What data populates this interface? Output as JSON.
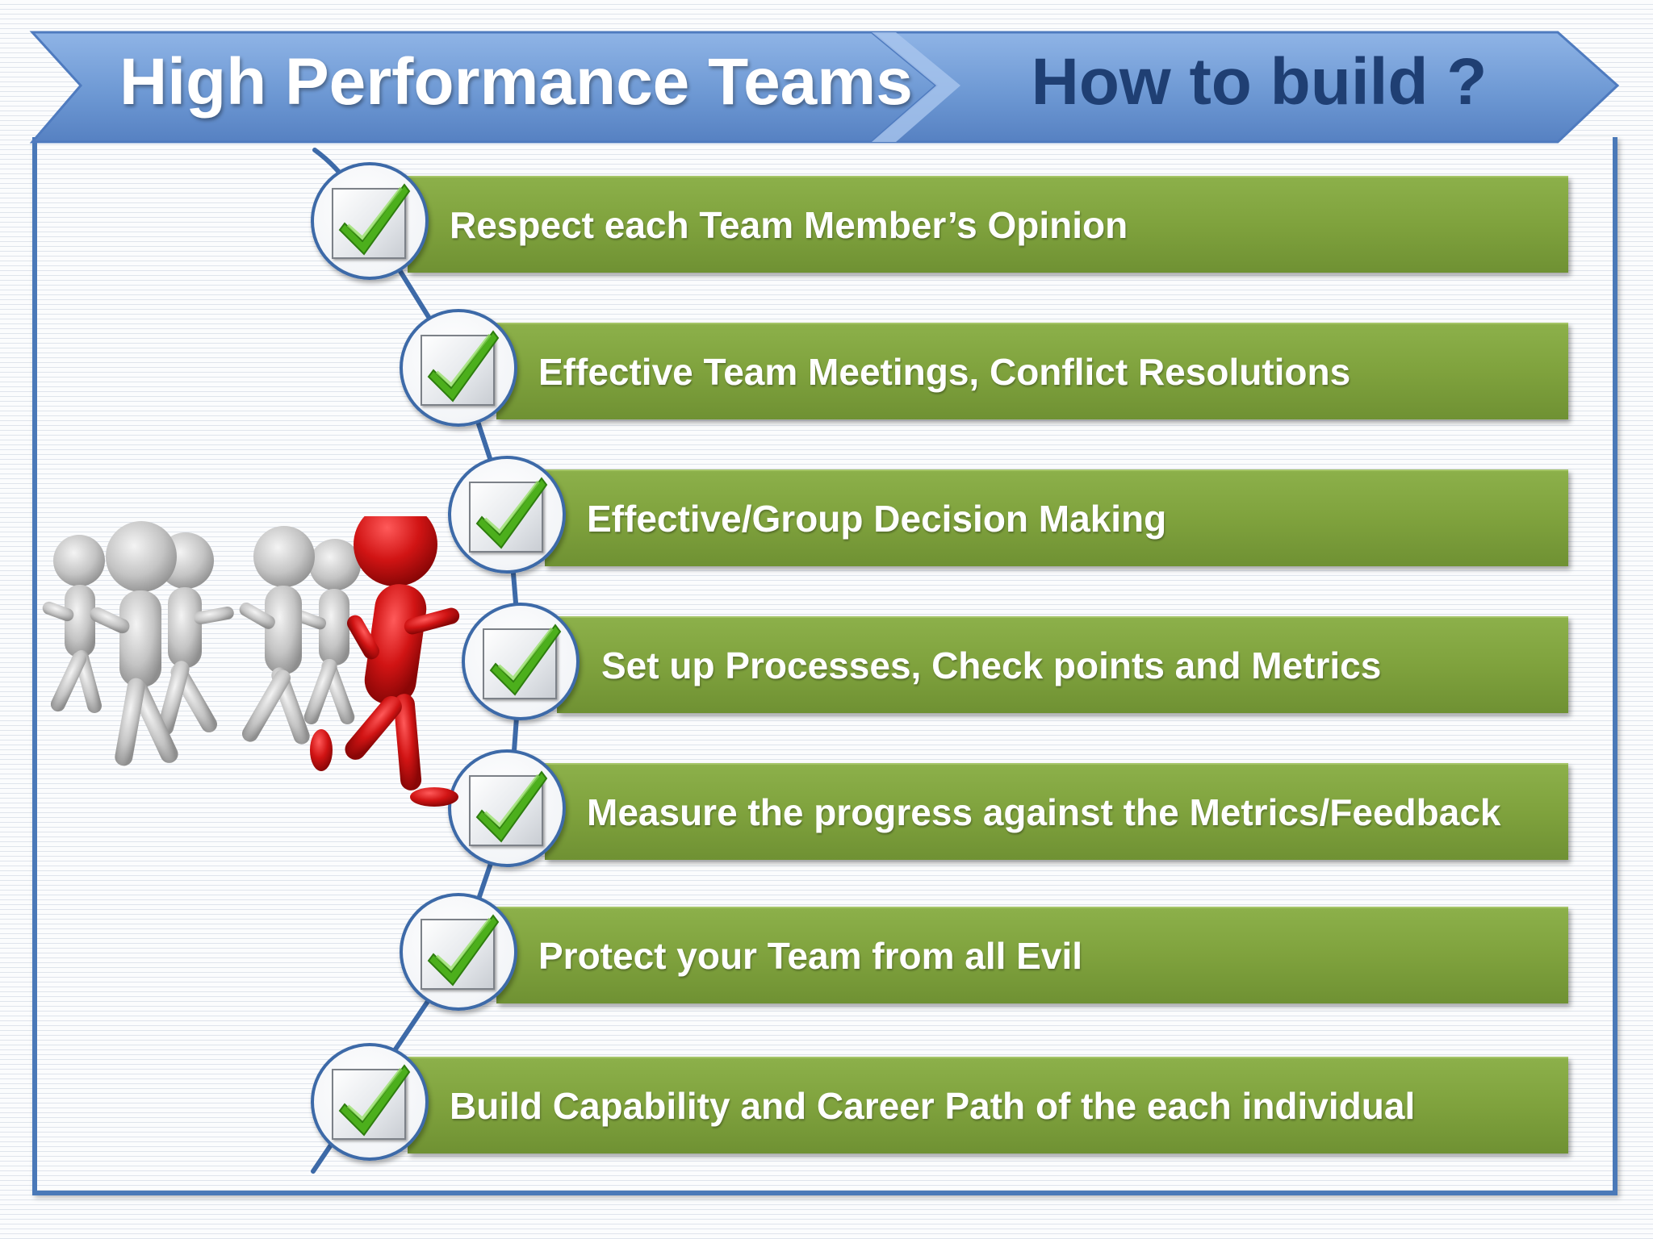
{
  "title": {
    "main": "High Performance Teams",
    "sub": "How to build ?"
  },
  "steps": [
    {
      "label": "Respect each Team Member’s Opinion"
    },
    {
      "label": "Effective Team Meetings, Conflict Resolutions"
    },
    {
      "label": "Effective/Group Decision Making"
    },
    {
      "label": "Set up Processes, Check points and Metrics"
    },
    {
      "label": "Measure the progress against the Metrics/Feedback"
    },
    {
      "label": "Protect your Team from all Evil"
    },
    {
      "label": "Build Capability and Career Path of the each individual"
    }
  ],
  "colors": {
    "banner": "#6f9bd6",
    "step_bar": "#7fa23d",
    "frame": "#4a79b8",
    "check": "#4caf1c",
    "leader": "#d11414",
    "team": "#b9b9b9"
  },
  "icons": {
    "step": "checkmark-icon",
    "illustration": "running-team-figures"
  }
}
